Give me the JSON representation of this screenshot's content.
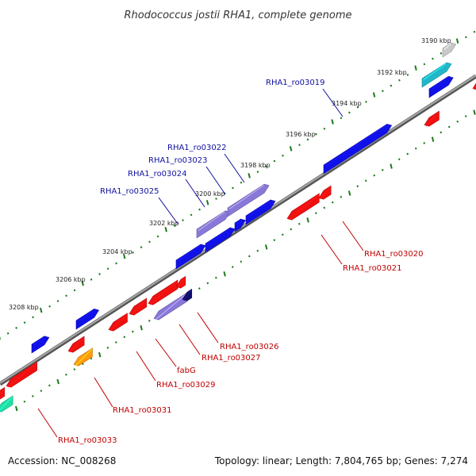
{
  "title": "Rhodococcus jostii RHA1, complete genome",
  "footer": {
    "accession": "Accession: NC_008268",
    "topology": "Topology: linear; Length: 7,804,765 bp; Genes: 7,274"
  },
  "colors": {
    "forward_gene": "#1010e8",
    "reverse_gene": "#f01010",
    "selected_gene": "#8878d8",
    "backbone": "#808080",
    "tick_green": "#1a7a1a",
    "forward_label": "#1010a0",
    "reverse_label": "#c00000",
    "cyan_gene": "#20b8c8",
    "orange_gene": "#ff9a10",
    "teal_gene": "#20e0a0",
    "grey_gene": "#c8c8c8"
  },
  "ruler_labels": [
    "3190 kbp",
    "3192 kbp",
    "3194 kbp",
    "3196 kbp",
    "3198 kbp",
    "3200 kbp",
    "3202 kbp",
    "3204 kbp",
    "3206 kbp",
    "3208 kbp"
  ],
  "forward_genes": [
    {
      "label": "RHA1_ro03019"
    },
    {
      "label": "RHA1_ro03022"
    },
    {
      "label": "RHA1_ro03023"
    },
    {
      "label": "RHA1_ro03024"
    },
    {
      "label": "RHA1_ro03025"
    }
  ],
  "reverse_genes": [
    {
      "label": "RHA1_ro03020"
    },
    {
      "label": "RHA1_ro03021"
    },
    {
      "label": "RHA1_ro03026"
    },
    {
      "label": "RHA1_ro03027"
    },
    {
      "label": "fabG"
    },
    {
      "label": "RHA1_ro03029"
    },
    {
      "label": "RHA1_ro03031"
    },
    {
      "label": "RHA1_ro03033"
    }
  ]
}
